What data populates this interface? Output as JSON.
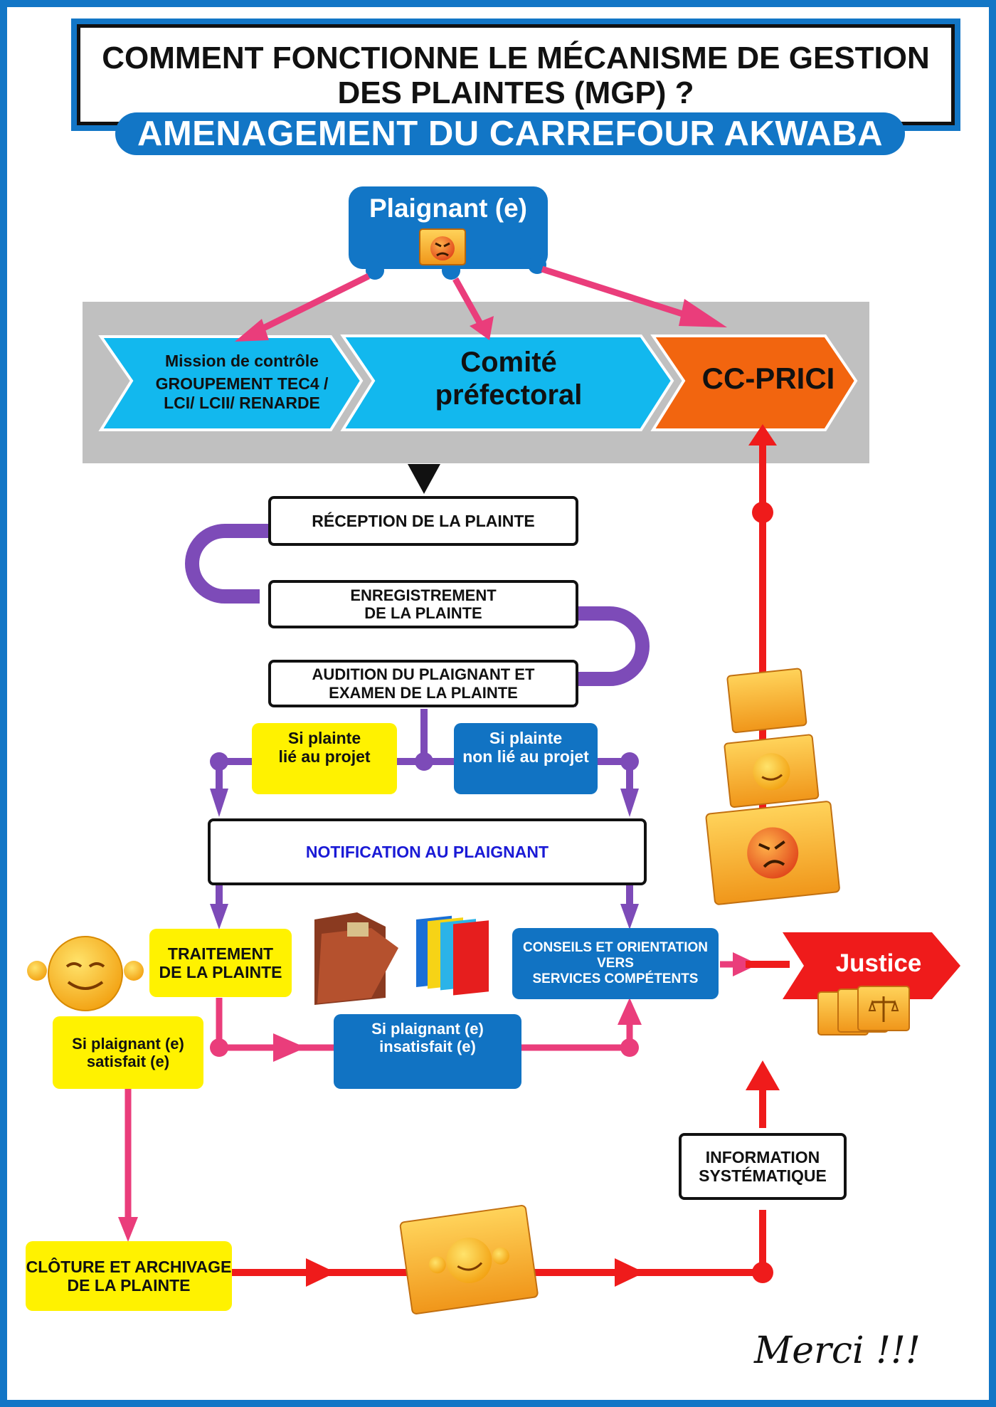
{
  "header": {
    "title_line1": "COMMENT FONCTIONNE LE MÉCANISME DE GESTION",
    "title_line2": "DES PLAINTES (MGP) ?",
    "subtitle": "AMENAGEMENT DU CARREFOUR AKWABA"
  },
  "nodes": {
    "plaignant": "Plaignant (e)",
    "mission_line1": "Mission de contrôle",
    "mission_line2": "GROUPEMENT TEC4 /",
    "mission_line3": "LCI/ LCII/ RENARDE",
    "comite_line1": "Comité",
    "comite_line2": "préfectoral",
    "ccprici": "CC-PRICI",
    "reception": "RÉCEPTION DE LA PLAINTE",
    "enregistrement_line1": "ENREGISTREMENT",
    "enregistrement_line2": "DE LA PLAINTE",
    "audition_line1": "AUDITION DU PLAIGNANT ET",
    "audition_line2": "EXAMEN DE LA PLAINTE",
    "lie_line1": "Si plainte",
    "lie_line2": "lié au projet",
    "nonlie_line1": "Si plainte",
    "nonlie_line2": "non lié au projet",
    "notification": "NOTIFICATION AU PLAIGNANT",
    "traitement_line1": "TRAITEMENT",
    "traitement_line2": "DE LA PLAINTE",
    "conseils_line1": "CONSEILS ET ORIENTATION",
    "conseils_line2": "VERS",
    "conseils_line3": "SERVICES COMPÉTENTS",
    "justice": "Justice",
    "satisfait_line1": "Si plaignant (e)",
    "satisfait_line2": "satisfait (e)",
    "insatisfait_line1": "Si plaignant (e)",
    "insatisfait_line2": "insatisfait (e)",
    "information_line1": "INFORMATION",
    "information_line2": "SYSTÉMATIQUE",
    "cloture_line1": "CLÔTURE ET ARCHIVAGE",
    "cloture_line2": "DE LA PLAINTE"
  },
  "footer": {
    "merci": "Merci !!!"
  },
  "colors": {
    "brand_blue": "#1276c6",
    "cyan": "#12b8ee",
    "orange": "#f2650f",
    "gray_band": "#c0c0c0",
    "purple": "#7d4bb8",
    "pink": "#ea3d7b",
    "red": "#ef1b1b",
    "yellow": "#fff200",
    "blue_box": "#1173c3",
    "notification_text": "#1a1ad6"
  },
  "icons": [
    "angry-folder-icon",
    "bell-icon",
    "check-icon",
    "cross-icon",
    "happy-emoji-icon",
    "angry-emoji-icon",
    "folder-stack-icon",
    "files-icon",
    "scales-icon"
  ]
}
